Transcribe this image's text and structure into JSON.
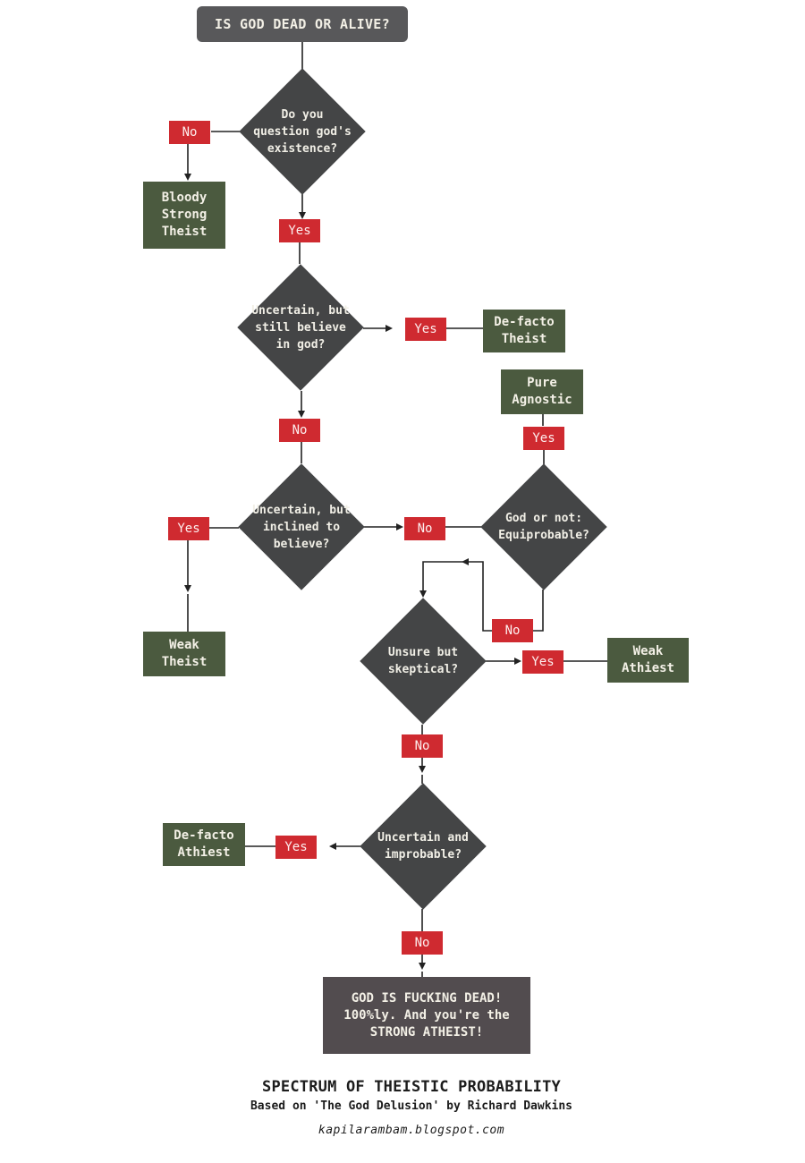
{
  "start": "IS GOD DEAD OR ALIVE?",
  "questions": {
    "q1": "Do you question god's existence?",
    "q2": "Uncertain, but still believe in god?",
    "q3": "Uncertain, but inclined to believe?",
    "q4": "God or not: Equiprobable?",
    "q5": "Unsure but skeptical?",
    "q6": "Uncertain and improbable?"
  },
  "labels": {
    "yes": "Yes",
    "no": "No"
  },
  "results": {
    "r1": "Bloody Strong Theist",
    "r2": "De-facto Theist",
    "r3": "Pure Agnostic",
    "r4": "Weak Theist",
    "r5": "Weak Athiest",
    "r6": "De-facto Athiest"
  },
  "final": "GOD IS FUCKING DEAD! 100%ly. And you're the STRONG ATHEIST!",
  "footer": {
    "title": "SPECTRUM OF THEISTIC PROBABILITY",
    "subtitle": "Based on 'The God Delusion' by Richard Dawkins",
    "credit": "kapilarambam.blogspot.com"
  },
  "colors": {
    "decision": "#444546",
    "result": "#4b5a3f",
    "label": "#cf2a30",
    "start": "#58585a",
    "line": "#222222"
  }
}
